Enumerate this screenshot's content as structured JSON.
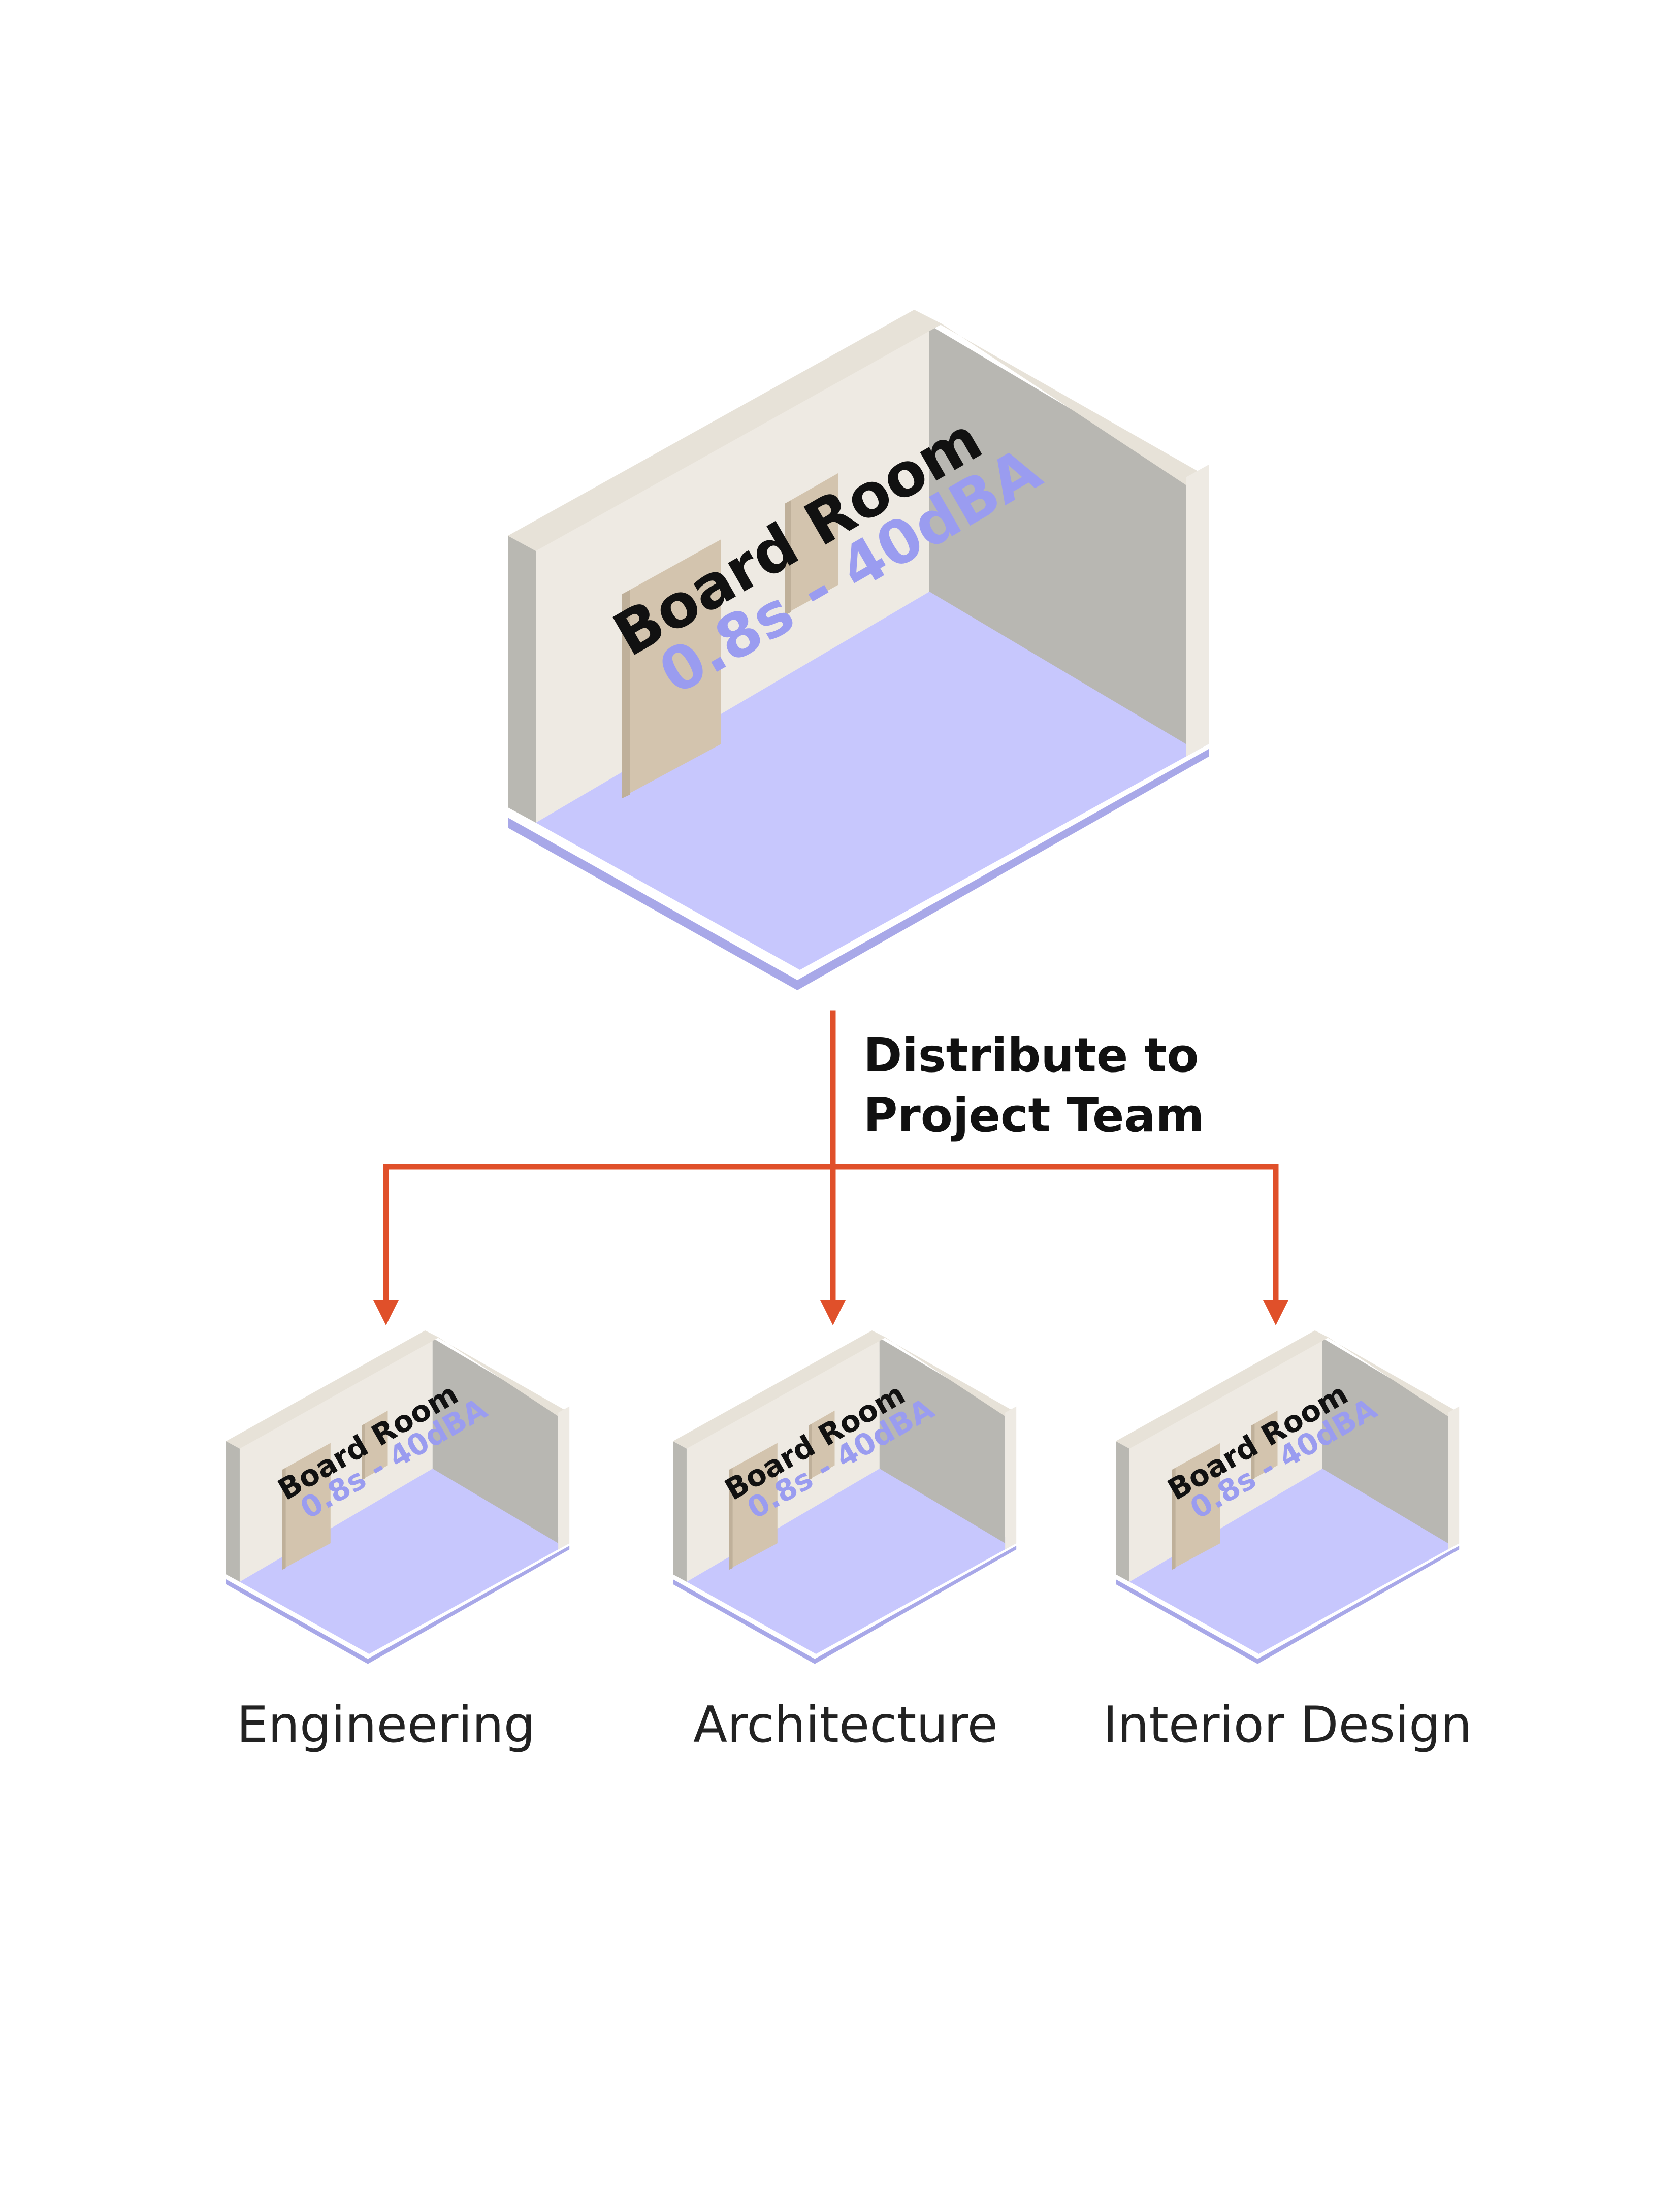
{
  "main_room": {
    "name": "Board Room",
    "spec": "0.8s - 40dBA"
  },
  "distribution": {
    "label_line1": "Distribute to",
    "label_line2": "Project Team"
  },
  "teams": [
    {
      "label": "Engineering",
      "room_name": "Board Room",
      "room_spec": "0.8s - 40dBA"
    },
    {
      "label": "Architecture",
      "room_name": "Board Room",
      "room_spec": "0.8s - 40dBA"
    },
    {
      "label": "Interior Design",
      "room_name": "Board Room",
      "room_spec": "0.8s - 40dBA"
    }
  ],
  "colors": {
    "arrow": "#e0502a",
    "floor": "#c7c7fd",
    "wall_light": "#eeeae3",
    "wall_shadow": "#b8b7b2",
    "door": "#d3c4ae",
    "spec_text": "#9a9cf0"
  }
}
